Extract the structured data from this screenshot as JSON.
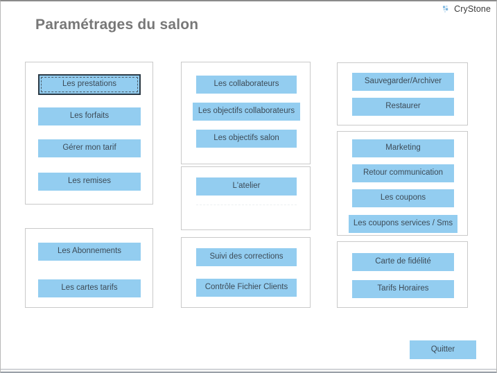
{
  "window": {
    "title": "Paramétrages du salon",
    "brand": "CryStone",
    "brand_icon": "crystone-squares-logo",
    "accent_color": "#93cdf0",
    "title_color": "#777777",
    "button_text_color": "#3c4a56",
    "panel_border_color": "#c9c9c9"
  },
  "panels": [
    {
      "name": "prestations-panel",
      "buttons": [
        {
          "label": "Les prestations",
          "focused": true
        },
        {
          "label": "Les forfaits",
          "focused": false
        },
        {
          "label": "Gérer mon tarif",
          "focused": false
        },
        {
          "label": "Les remises",
          "focused": false
        }
      ]
    },
    {
      "name": "abonnements-panel",
      "buttons": [
        {
          "label": "Les Abonnements",
          "focused": false
        },
        {
          "label": "Les cartes tarifs",
          "focused": false
        }
      ]
    },
    {
      "name": "collaborateurs-panel",
      "buttons": [
        {
          "label": "Les collaborateurs",
          "focused": false
        },
        {
          "label": "Les objectifs collaborateurs",
          "focused": false
        },
        {
          "label": "Les objectifs salon",
          "focused": false
        }
      ]
    },
    {
      "name": "atelier-panel",
      "buttons": [
        {
          "label": "L'atelier",
          "focused": false
        }
      ]
    },
    {
      "name": "controle-panel",
      "buttons": [
        {
          "label": "Suivi des corrections",
          "focused": false
        },
        {
          "label": "Contrôle Fichier Clients",
          "focused": false
        }
      ]
    },
    {
      "name": "sauvegarde-panel",
      "buttons": [
        {
          "label": "Sauvegarder/Archiver",
          "focused": false
        },
        {
          "label": "Restaurer",
          "focused": false
        }
      ]
    },
    {
      "name": "marketing-panel",
      "buttons": [
        {
          "label": "Marketing",
          "focused": false
        },
        {
          "label": "Retour communication",
          "focused": false
        },
        {
          "label": "Les coupons",
          "focused": false
        },
        {
          "label": "Les coupons services / Sms",
          "focused": false
        }
      ]
    },
    {
      "name": "fidelite-panel",
      "buttons": [
        {
          "label": "Carte de fidélité",
          "focused": false
        },
        {
          "label": "Tarifs Horaires",
          "focused": false
        }
      ]
    }
  ],
  "footer": {
    "quit_label": "Quitter"
  }
}
